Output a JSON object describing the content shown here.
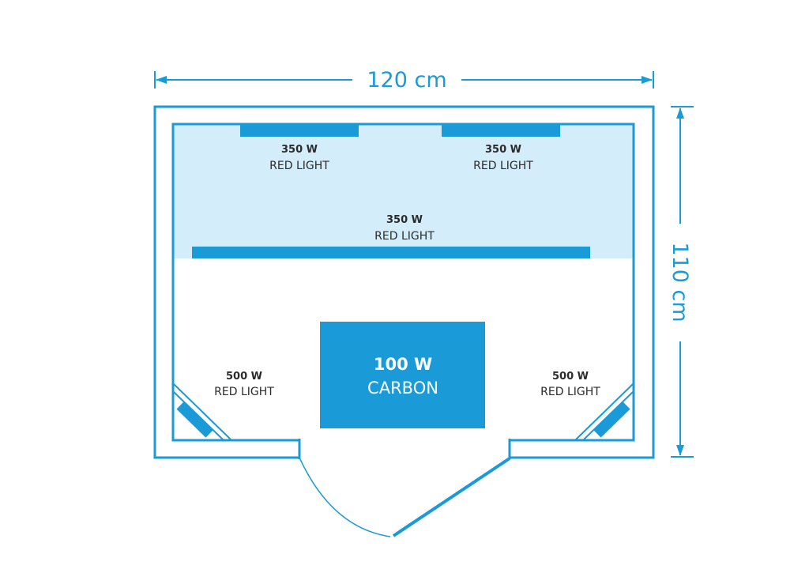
{
  "dimensions": {
    "width_label": "120 cm",
    "depth_label": "110 cm"
  },
  "heaters": {
    "top_left": {
      "power": "350 W",
      "type": "RED LIGHT"
    },
    "top_right": {
      "power": "350 W",
      "type": "RED LIGHT"
    },
    "middle": {
      "power": "350 W",
      "type": "RED LIGHT"
    },
    "left_corner": {
      "power": "500 W",
      "type": "RED LIGHT"
    },
    "right_corner": {
      "power": "500 W",
      "type": "RED LIGHT"
    },
    "center": {
      "power": "100 W",
      "type": "CARBON"
    }
  },
  "colors": {
    "accent": "#1a9ad6",
    "light_zone": "#d3eefa",
    "label_text": "#2b2b2b",
    "white": "#ffffff"
  }
}
